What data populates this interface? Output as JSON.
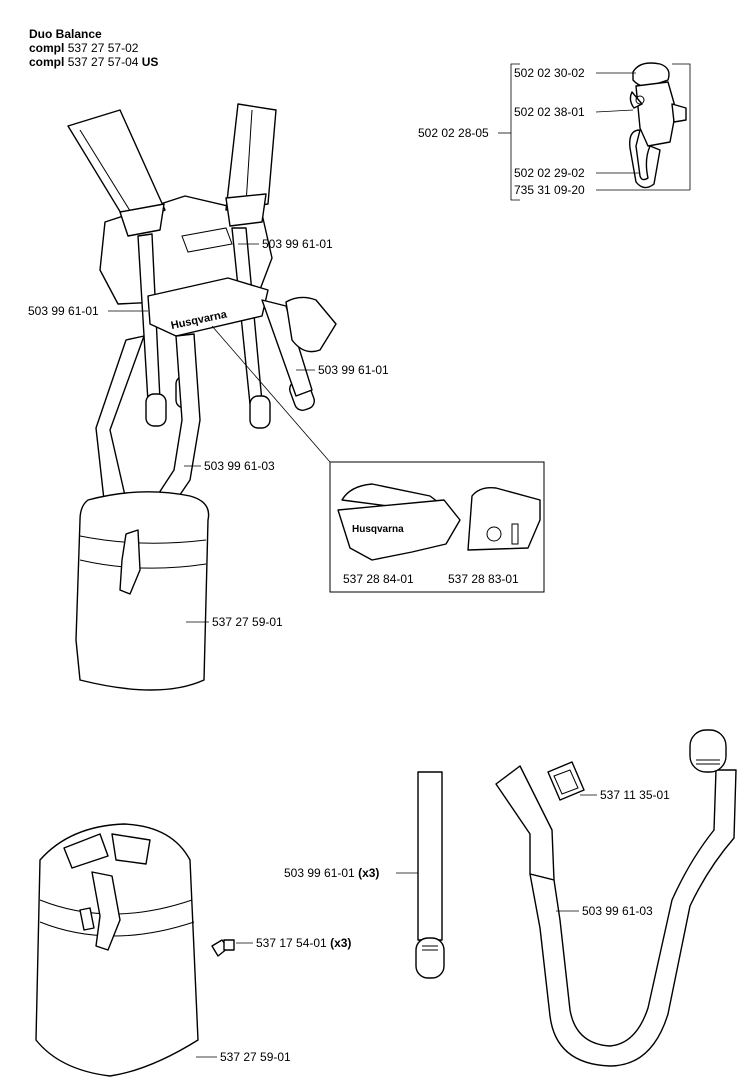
{
  "header": {
    "title": "Duo Balance",
    "line1_prefix": "compl",
    "line1_number": "537 27 57-02",
    "line2_prefix": "compl",
    "line2_number": "537 27 57-04",
    "line2_suffix": "US"
  },
  "brand": "Husqvarna",
  "labels": {
    "hook_top": "502 02 30-02",
    "hook_mid": "502 02 38-01",
    "hook_assembly": "502 02 28-05",
    "hook_bottom": "502 02 29-02",
    "hook_screw": "735 31 09-20",
    "strap_right_upper": "503 99 61-01",
    "strap_left": "503 99 61-01",
    "strap_right_lower": "503 99 61-01",
    "center_strap": "503 99 61-03",
    "hip_pad_top": "537 27 59-01",
    "inset_left": "537 28 84-01",
    "inset_right": "537 28 83-01",
    "buckle": "537 11 35-01",
    "strap_x3": "503 99 61-01",
    "strap_x3_qty": "(x3)",
    "long_strap": "503 99 61-03",
    "screw_x3": "537 17 54-01",
    "screw_x3_qty": "(x3)",
    "hip_pad_bottom": "537 27 59-01"
  }
}
